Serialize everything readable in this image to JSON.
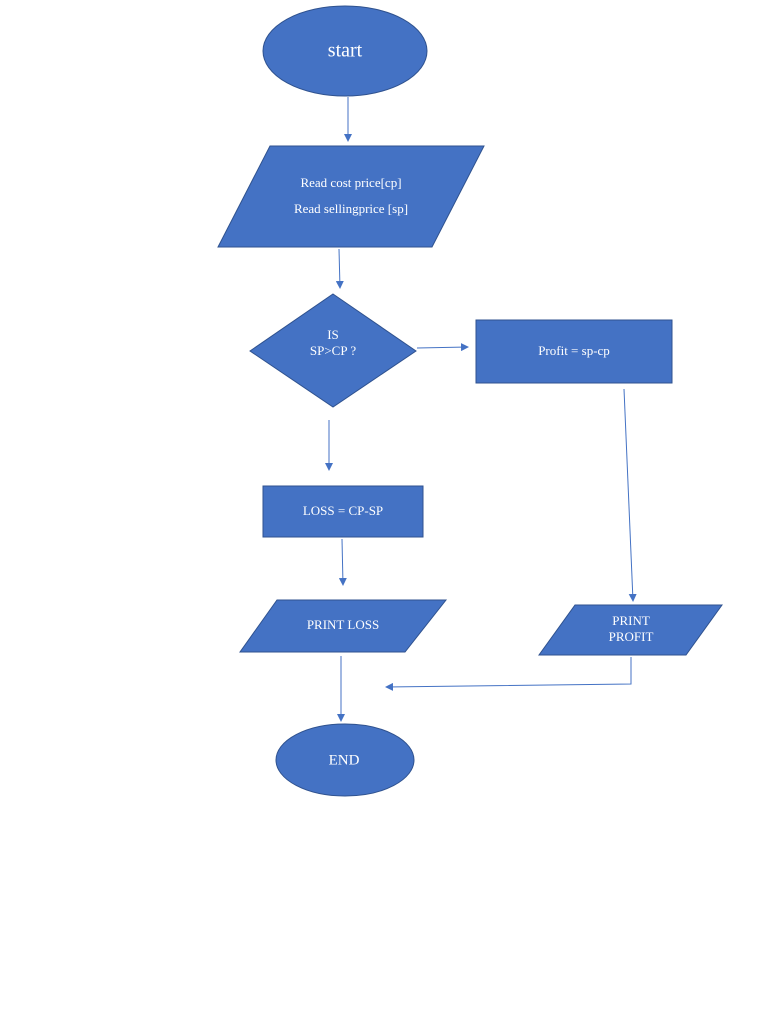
{
  "colors": {
    "shape_fill": "#4472c4",
    "shape_stroke": "#2f528f",
    "connector": "#4472c4",
    "text": "#ffffff",
    "background": "#ffffff"
  },
  "flowchart": {
    "start": {
      "shape": "terminator",
      "label": "start"
    },
    "input": {
      "shape": "parallelogram",
      "line1": "Read cost price[cp]",
      "line2": "Read sellingprice [sp]"
    },
    "decision": {
      "shape": "diamond",
      "line1": "IS",
      "line2": "SP>CP ?"
    },
    "profit_process": {
      "shape": "rectangle",
      "label": "Profit = sp-cp"
    },
    "loss_process": {
      "shape": "rectangle",
      "label": "LOSS = CP-SP"
    },
    "print_loss": {
      "shape": "parallelogram",
      "label": "PRINT LOSS"
    },
    "print_profit": {
      "shape": "parallelogram",
      "line1": "PRINT",
      "line2": "PROFIT"
    },
    "end": {
      "shape": "terminator",
      "label": "END"
    }
  }
}
